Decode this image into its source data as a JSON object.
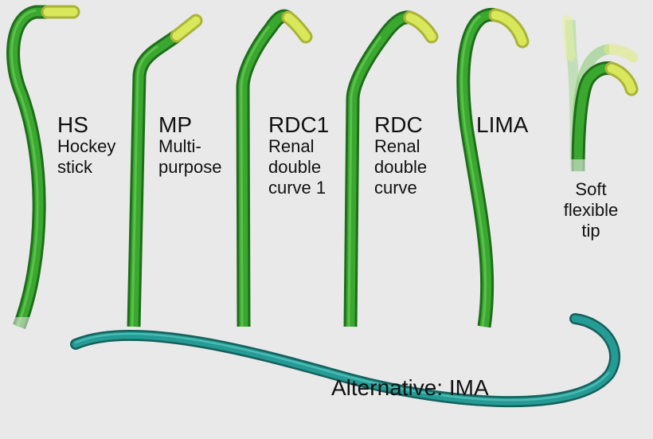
{
  "colors": {
    "background": "#e9e9e9",
    "catheter_body": "#3aa72f",
    "catheter_edge": "#1f6e1c",
    "catheter_highlight": "#63c853",
    "tip": "#d9e75a",
    "tip_edge": "#a9b437",
    "ima_body": "#249b95",
    "ima_edge": "#15605c"
  },
  "catheters": [
    {
      "abbr": "HS",
      "name_lines": [
        "Hockey",
        "stick"
      ]
    },
    {
      "abbr": "MP",
      "name_lines": [
        "Multi-",
        "purpose"
      ]
    },
    {
      "abbr": "RDC1",
      "name_lines": [
        "Renal",
        "double",
        "curve 1"
      ]
    },
    {
      "abbr": "RDC",
      "name_lines": [
        "Renal",
        "double",
        "curve"
      ]
    },
    {
      "abbr": "LIMA",
      "name_lines": []
    }
  ],
  "soft_tip": {
    "lines": [
      "Soft",
      "flexible",
      "tip"
    ]
  },
  "alternative": {
    "label": "Alternative: IMA"
  }
}
